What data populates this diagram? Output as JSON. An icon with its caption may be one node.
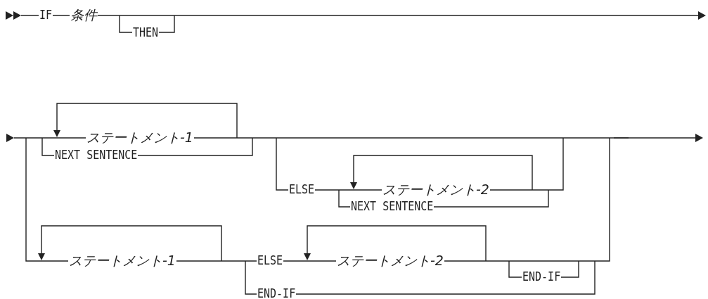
{
  "diagram": {
    "labels": [
      "IF",
      "条件",
      "THEN",
      "ステートメント-1",
      "NEXT SENTENCE",
      "ELSE",
      "ステートメント-2",
      "NEXT SENTENCE",
      "ステートメント-1",
      "ELSE",
      "ステートメント-2",
      "END-IF",
      "END-IF"
    ]
  }
}
